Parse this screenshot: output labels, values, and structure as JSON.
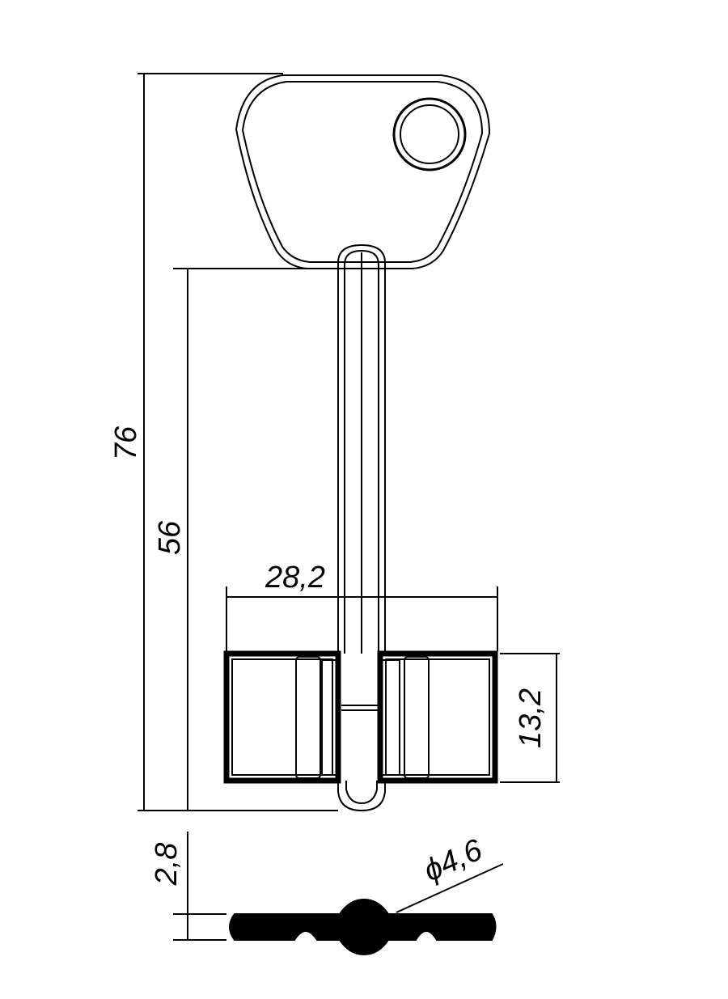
{
  "dimensions": {
    "total_length": "76",
    "blade_length": "56",
    "bit_width": "28,2",
    "bit_height": "13,2",
    "thickness": "2,8",
    "shank_diameter": "ϕ4,6"
  },
  "colors": {
    "line": "#000000",
    "background": "#ffffff"
  }
}
